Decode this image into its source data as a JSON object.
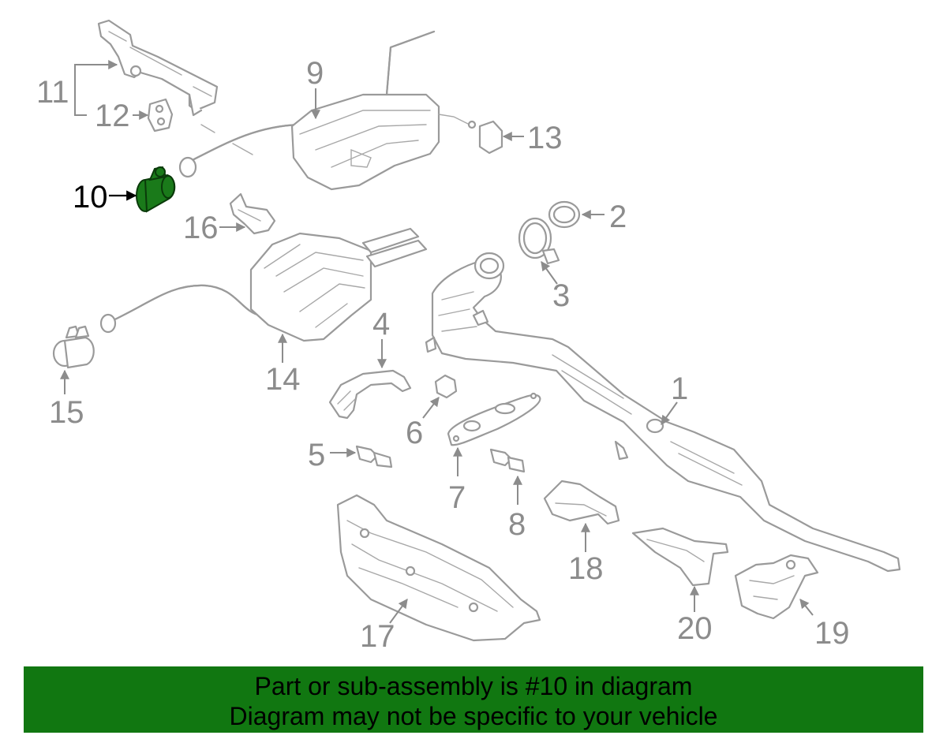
{
  "labels": {
    "p1": "1",
    "p2": "2",
    "p3": "3",
    "p4": "4",
    "p5": "5",
    "p6": "6",
    "p7": "7",
    "p8": "8",
    "p9": "9",
    "p10": "10",
    "p11": "11",
    "p12": "12",
    "p13": "13",
    "p14": "14",
    "p15": "15",
    "p16": "16",
    "p17": "17",
    "p18": "18",
    "p19": "19",
    "p20": "20"
  },
  "highlight": {
    "part": "10",
    "color": "#1a7a1a"
  },
  "banner": {
    "line1": "Part or sub-assembly is #10 in diagram",
    "line2": "Diagram may not be specific to your vehicle",
    "color": "#117711"
  }
}
